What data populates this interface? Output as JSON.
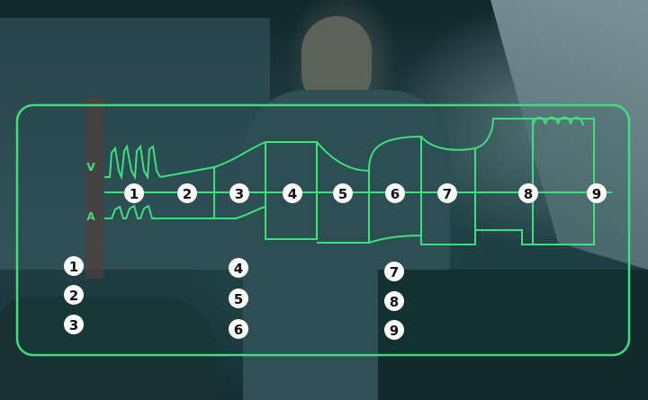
{
  "diagram": {
    "signal_labels": {
      "voltage": "V",
      "current": "A"
    },
    "stages": [
      "1",
      "2",
      "3",
      "4",
      "5",
      "6",
      "7",
      "8",
      "9"
    ],
    "legend_left": [
      "1",
      "2",
      "3"
    ],
    "legend_middle": [
      "4",
      "5",
      "6"
    ],
    "legend_right": [
      "7",
      "8",
      "9"
    ],
    "accent_color": "#3de07c",
    "background_icons": [
      "mechanic-photo",
      "car-engine-photo"
    ]
  }
}
